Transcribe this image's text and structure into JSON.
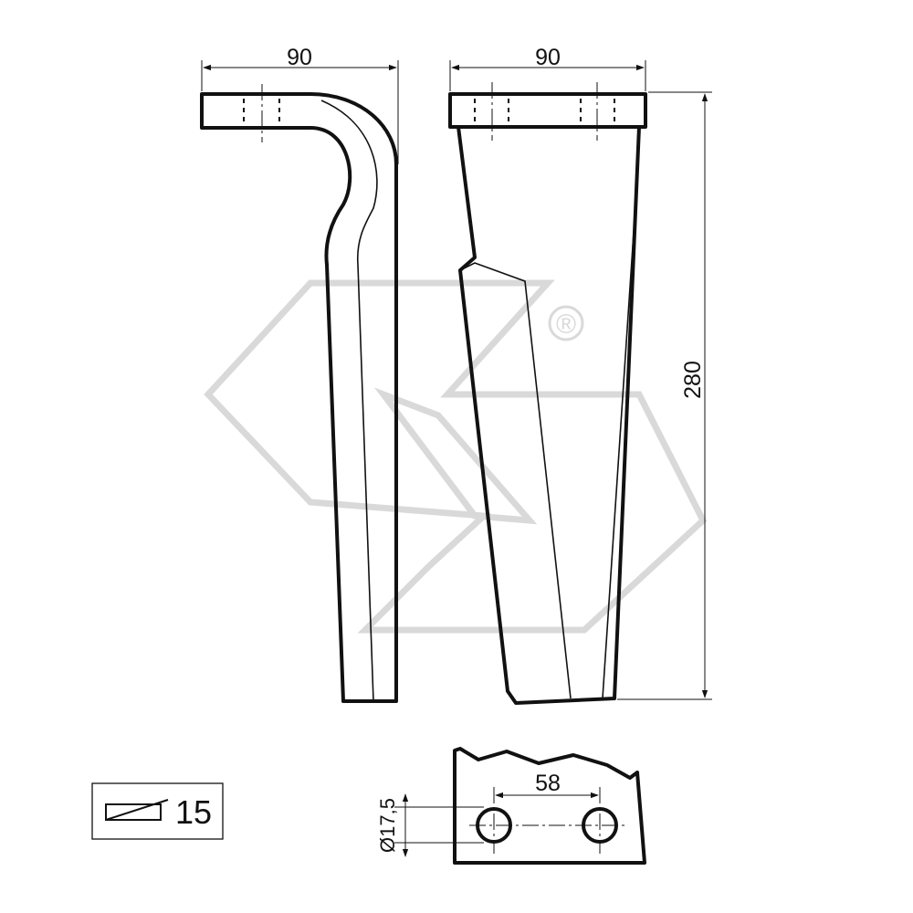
{
  "watermark": {
    "color": "#d9d9d9",
    "registered_mark": "®"
  },
  "dimensions": {
    "side_width": "90",
    "front_width": "90",
    "height": "280",
    "hole_spacing": "58",
    "hole_diameter": "Ø17,5"
  },
  "legend": {
    "thickness": "15"
  }
}
